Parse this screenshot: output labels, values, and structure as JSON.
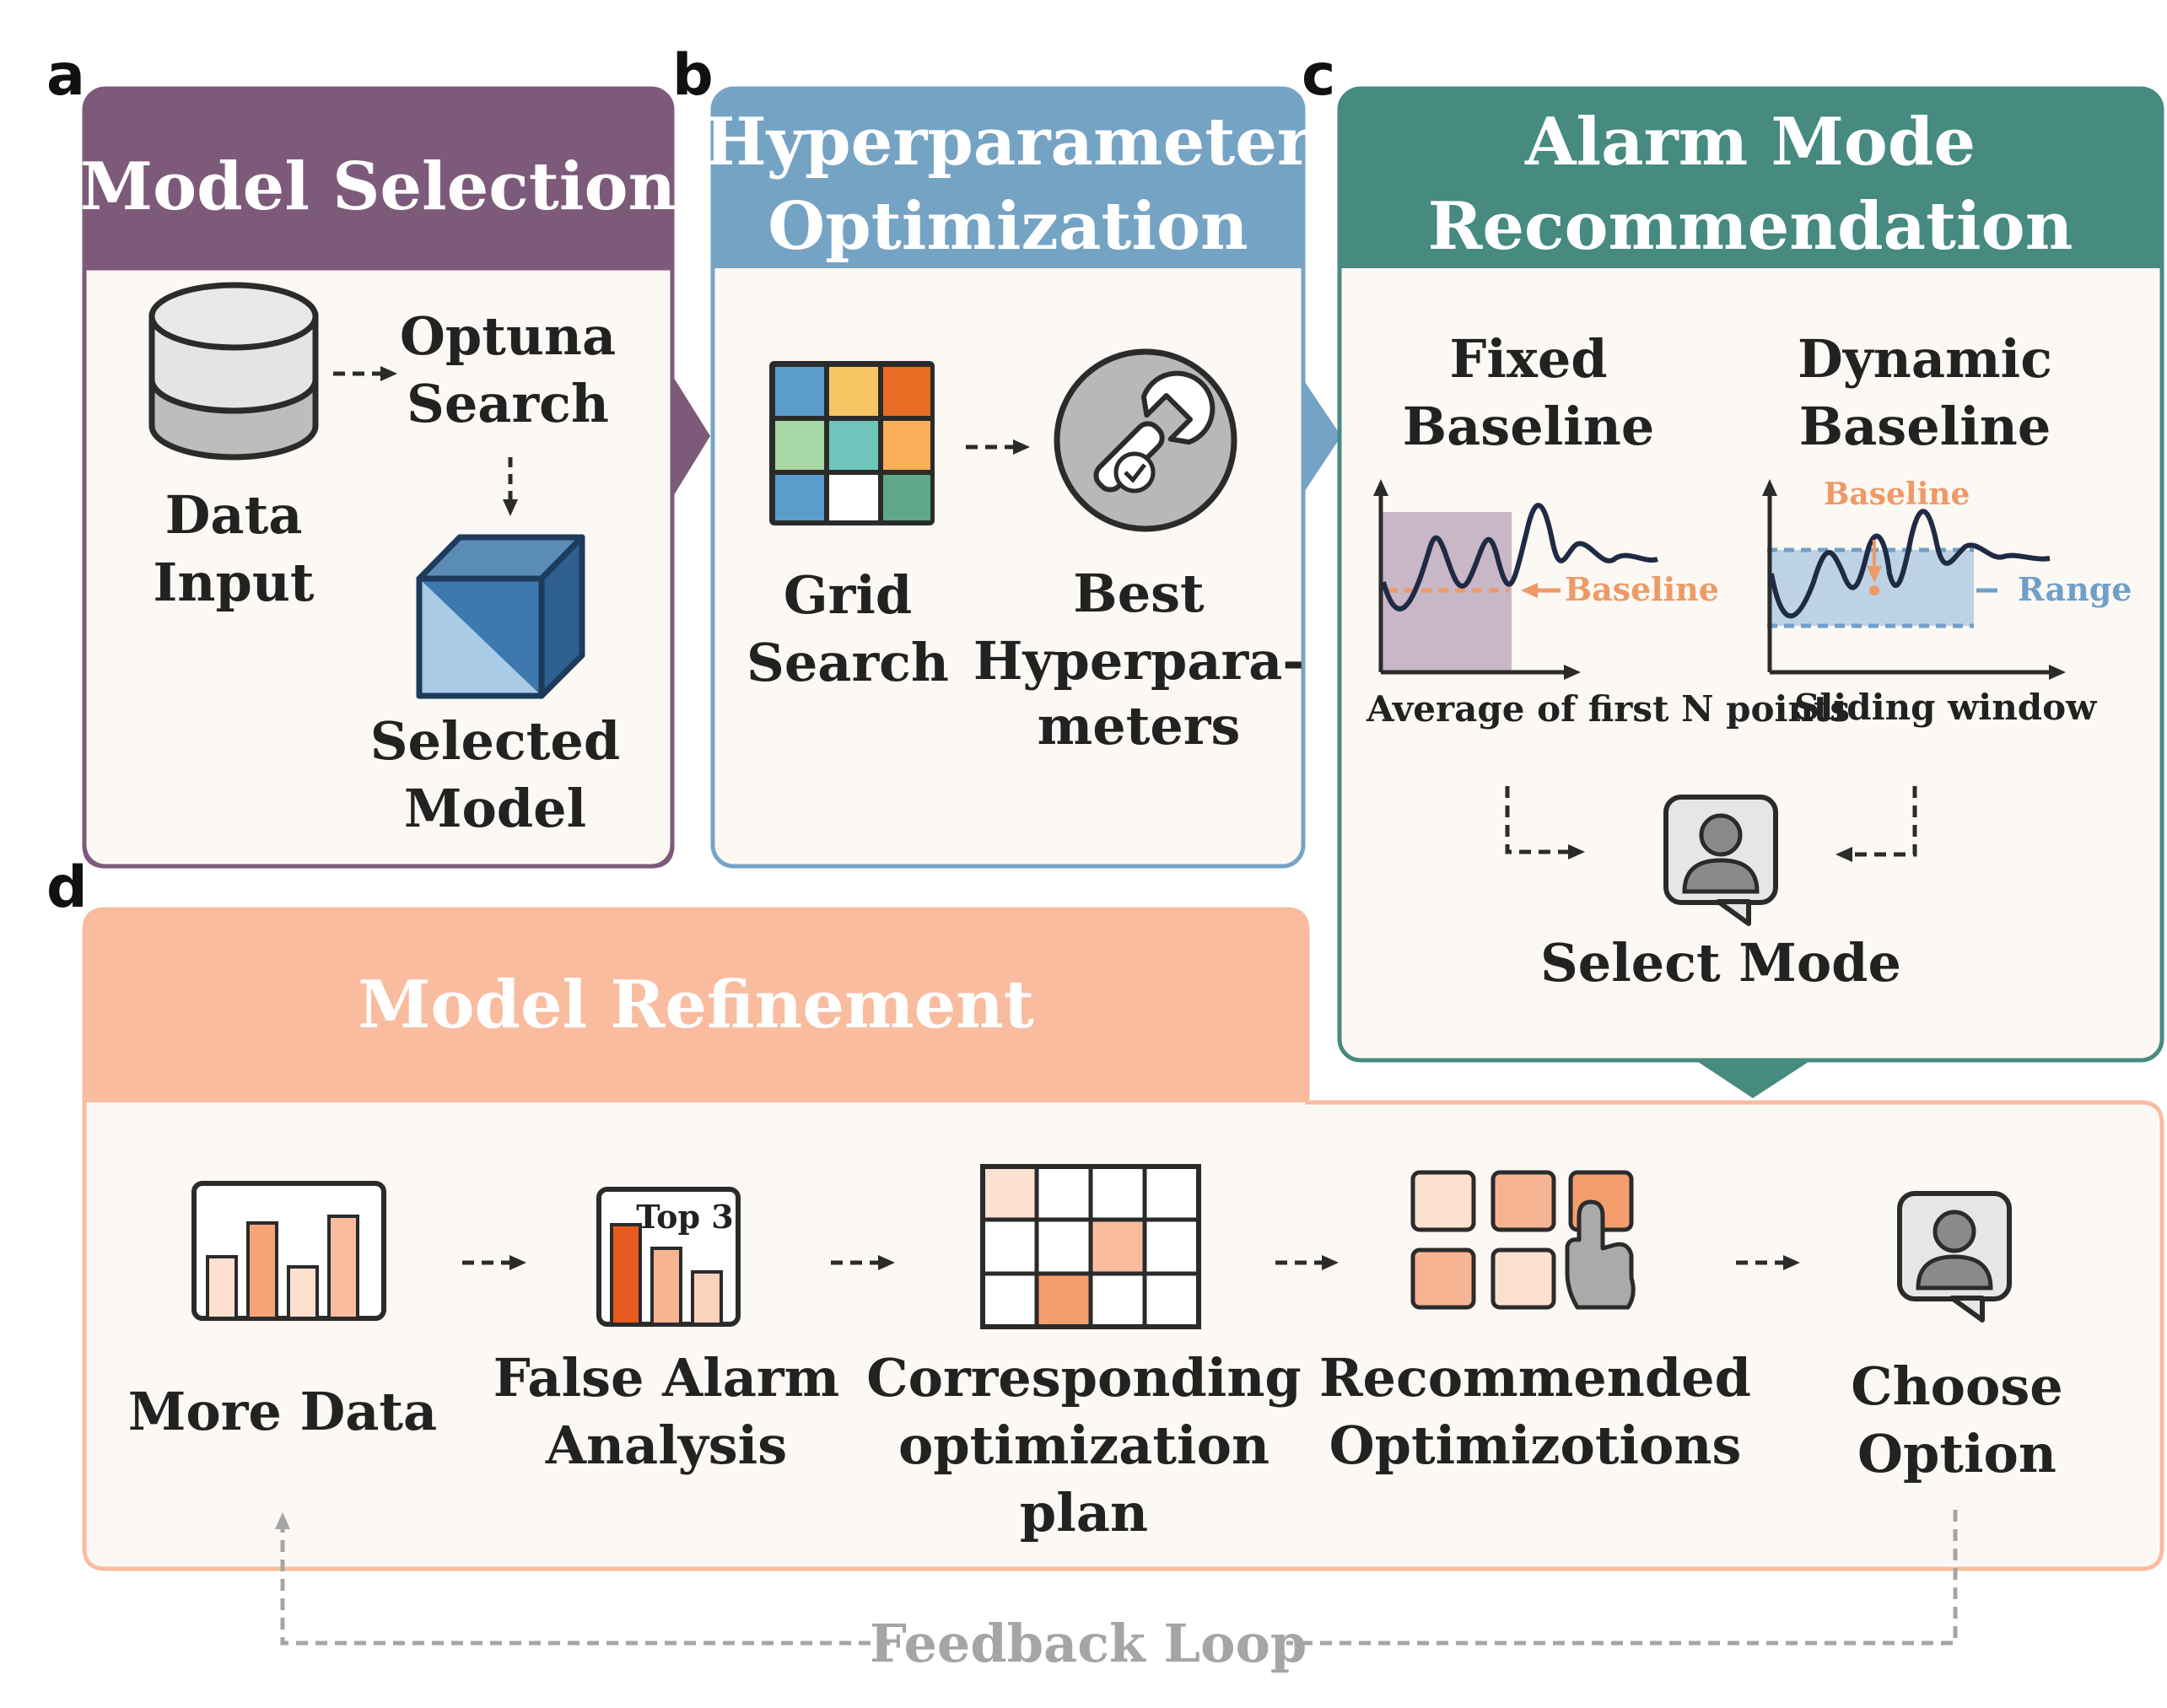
{
  "panels": {
    "a": {
      "letter": "a",
      "title": "Model Selection",
      "data_input": [
        "Data",
        "Input"
      ],
      "optuna": [
        "Optuna",
        "Search"
      ],
      "selected_model": [
        "Selected",
        "Model"
      ]
    },
    "b": {
      "letter": "b",
      "title": [
        "Hyperparameter",
        "Optimization"
      ],
      "grid_search": [
        "Grid",
        "Search"
      ],
      "best": [
        "Best",
        "Hyperpara-",
        "meters"
      ]
    },
    "c": {
      "letter": "c",
      "title": [
        "Alarm Mode",
        "Recommendation"
      ],
      "fixed": [
        "Fixed",
        "Baseline"
      ],
      "dynamic": [
        "Dynamic",
        "Baseline"
      ],
      "baseline_label": "Baseline",
      "baseline_label_dynamic": "Baseline",
      "range_label": "Range",
      "fixed_caption": "Average of first N points",
      "dynamic_caption": "Sliding window",
      "select_mode": "Select Mode"
    },
    "d": {
      "letter": "d",
      "title": "Model Refinement",
      "more_data": "More Data",
      "false_alarm": [
        "False Alarm",
        "Analysis"
      ],
      "top3": "Top 3",
      "plan": [
        "Corresponding",
        "optimization",
        "plan"
      ],
      "recommended": [
        "Recommended",
        "Optimizotions"
      ],
      "choose": [
        "Choose",
        "Option"
      ],
      "feedback": "Feedback Loop"
    }
  },
  "colors": {
    "purple": "#7d5a7a",
    "blue": "#75a3c4",
    "teal": "#468a80",
    "salmon": "#f9bc9f",
    "panel_fill": "#fcf8f4",
    "dark": "#2b2b2b",
    "orange": "#ee9a67",
    "range_blue": "#6f9fca",
    "gray": "#a5a5a5"
  }
}
